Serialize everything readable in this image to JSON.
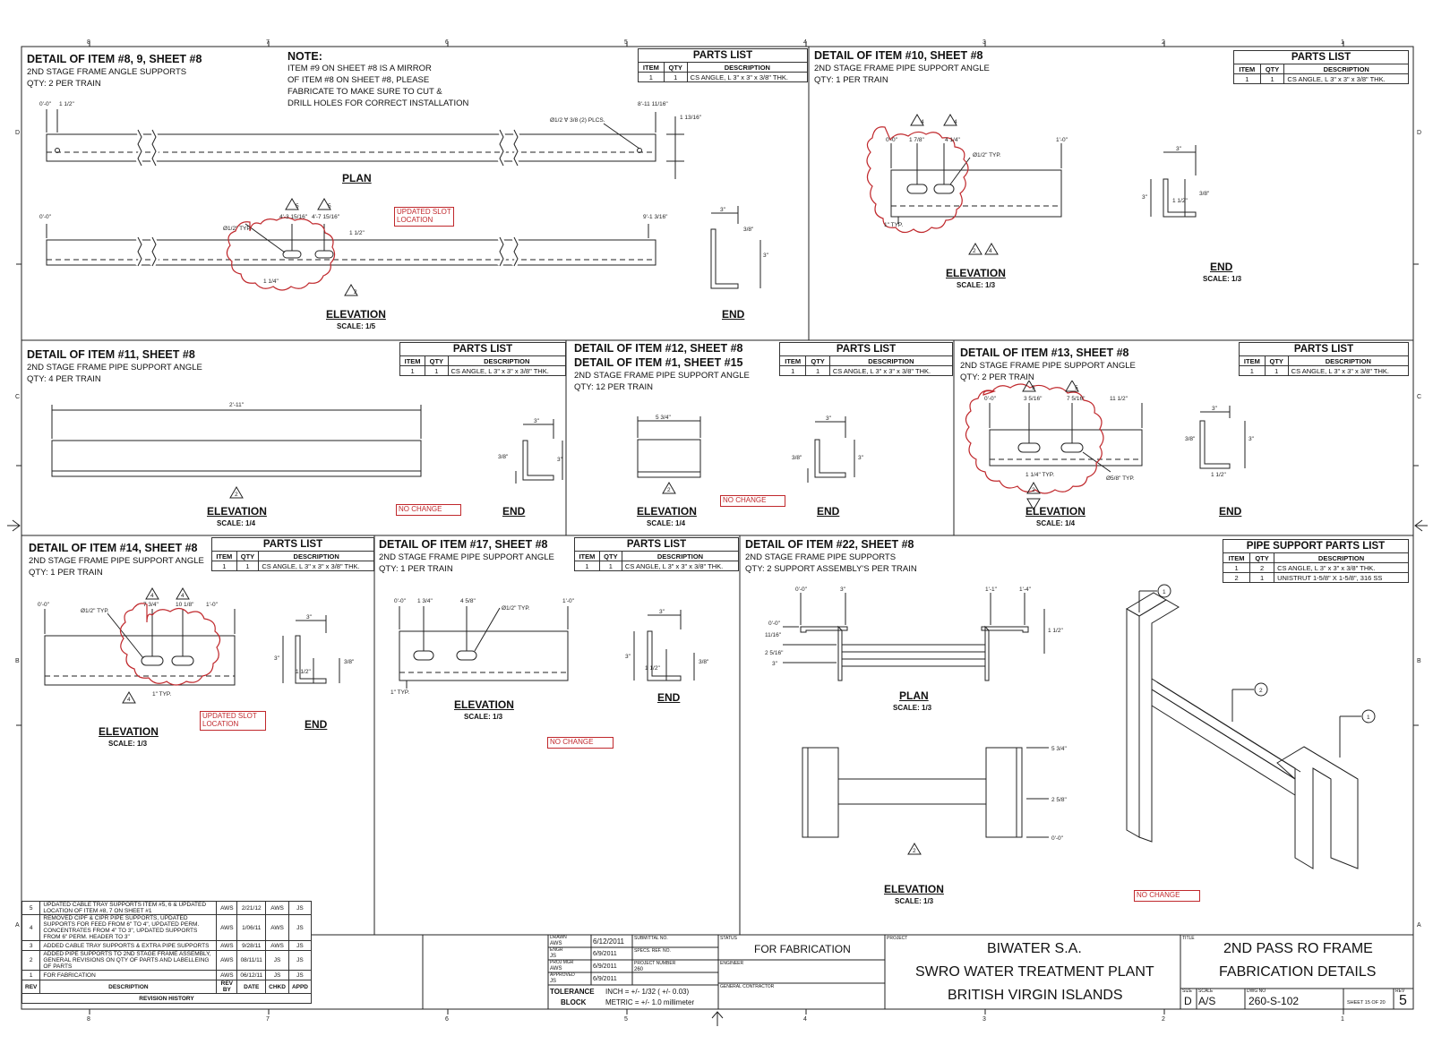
{
  "grid": {
    "cols": [
      "8",
      "7",
      "6",
      "5",
      "4",
      "3",
      "2",
      "1"
    ],
    "rows": [
      "D",
      "C",
      "B",
      "A"
    ]
  },
  "details": {
    "d8": {
      "title": "DETAIL OF ITEM #8, 9, SHEET #8",
      "sub": "2ND STAGE FRAME ANGLE SUPPORTS",
      "qty": "QTY: 2 PER TRAIN",
      "note_title": "NOTE:",
      "note": [
        "ITEM #9 ON SHEET #8 IS A MIRROR",
        "OF ITEM #8 ON SHEET #8, PLEASE",
        "FABRICATE TO MAKE SURE TO CUT &",
        "DRILL HOLES FOR CORRECT INSTALLATION"
      ],
      "plan": "PLAN",
      "elevation": "ELEVATION",
      "scale": "SCALE: 1/5",
      "end": "END",
      "red": [
        "UPDATED SLOT",
        "LOCATION"
      ],
      "dims": {
        "d0": "0'-0\"",
        "d1": "1 1/2\"",
        "d2": "8'-11 11/16\"",
        "d3": "1 13/16\"",
        "d4": "Ø1/2 ∀ 3/8 (2) PLCS.",
        "d5": "0'-0\"",
        "d6": "4'-3 15/16\"",
        "d7": "4'-7 15/16\"",
        "d8": "Ø1/2\" TYP.",
        "d9": "1 1/2\"",
        "d10": "1 1/4\"",
        "d11": "9'-1 3/16\"",
        "d12": "3\"",
        "d13": "3/8\"",
        "d14": "3\""
      },
      "revs": [
        "5",
        "5",
        "2"
      ]
    },
    "d10": {
      "title": "DETAIL OF ITEM #10, SHEET #8",
      "sub": "2ND STAGE FRAME PIPE SUPPORT ANGLE",
      "qty": "QTY: 1 PER TRAIN",
      "elevation": "ELEVATION",
      "scale": "SCALE: 1/3",
      "end": "END",
      "end_scale": "SCALE: 1/3",
      "dims": {
        "d0": "0'-0\"",
        "d1": "1 7/8\"",
        "d2": "4 1/4\"",
        "d3": "1'-0\"",
        "d4": "Ø1/2\" TYP.",
        "d5": "1\" TYP.",
        "d6": "3\"",
        "d7": "3\"",
        "d8": "1 1/2\"",
        "d9": "3/8\""
      },
      "revs": [
        "4",
        "4",
        "2",
        "4"
      ]
    },
    "d11": {
      "title": "DETAIL OF ITEM #11, SHEET #8",
      "sub": "2ND STAGE FRAME PIPE SUPPORT ANGLE",
      "qty": "QTY: 4 PER TRAIN",
      "elevation": "ELEVATION",
      "scale": "SCALE: 1/4",
      "end": "END",
      "red": "NO CHANGE",
      "dims": {
        "d0": "2'-11\"",
        "d1": "3\"",
        "d2": "3/8\"",
        "d3": "3\""
      },
      "revs": [
        "2"
      ]
    },
    "d12": {
      "title": "DETAIL OF ITEM #12, SHEET #8",
      "title2": "DETAIL OF ITEM #1, SHEET #15",
      "sub": "2ND STAGE FRAME PIPE SUPPORT ANGLE",
      "qty": "QTY: 12 PER TRAIN",
      "elevation": "ELEVATION",
      "scale": "SCALE: 1/4",
      "end": "END",
      "red": "NO CHANGE",
      "dims": {
        "d0": "5 3/4\"",
        "d1": "3\"",
        "d2": "3/8\"",
        "d3": "3\""
      },
      "revs": [
        "2"
      ]
    },
    "d13": {
      "title": "DETAIL OF ITEM #13, SHEET #8",
      "sub": "2ND STAGE FRAME PIPE SUPPORT ANGLE",
      "qty": "QTY: 2 PER TRAIN",
      "elevation": "ELEVATION",
      "scale": "SCALE: 1/4",
      "end": "END",
      "dims": {
        "d0": "0'-0\"",
        "d1": "3 5/16\"",
        "d2": "7 5/16\"",
        "d3": "11 1/2\"",
        "d4": "1 1/4\" TYP.",
        "d5": "Ø5/8\" TYP.",
        "d6": "3\"",
        "d7": "3/8\"",
        "d8": "3\"",
        "d9": "1 1/2\""
      },
      "revs": [
        "5",
        "5",
        "2"
      ]
    },
    "d14": {
      "title": "DETAIL OF ITEM #14, SHEET #8",
      "sub": "2ND STAGE FRAME PIPE SUPPORT ANGLE",
      "qty": "QTY: 1 PER TRAIN",
      "elevation": "ELEVATION",
      "scale": "SCALE: 1/3",
      "end": "END",
      "red": [
        "UPDATED SLOT",
        "LOCATION"
      ],
      "dims": {
        "d0": "0'-0\"",
        "d1": "7 3/4\"",
        "d2": "10 1/8\"",
        "d3": "1'-0\"",
        "d4": "Ø1/2\" TYP.",
        "d5": "1\" TYP.",
        "d6": "3\"",
        "d7": "3\"",
        "d8": "1 1/2\"",
        "d9": "3/8\""
      },
      "revs": [
        "4",
        "4",
        "4"
      ]
    },
    "d17": {
      "title": "DETAIL OF ITEM #17, SHEET #8",
      "sub": "2ND STAGE FRAME PIPE SUPPORT ANGLE",
      "qty": "QTY: 1 PER TRAIN",
      "elevation": "ELEVATION",
      "scale": "SCALE: 1/3",
      "end": "END",
      "red": "NO CHANGE",
      "dims": {
        "d0": "0'-0\"",
        "d1": "1 3/4\"",
        "d2": "4 5/8\"",
        "d3": "Ø1/2\" TYP.",
        "d4": "1'-0\"",
        "d5": "1\" TYP.",
        "d6": "3\"",
        "d7": "3\"",
        "d8": "1 1/2\"",
        "d9": "3/8\""
      }
    },
    "d22": {
      "title": "DETAIL OF ITEM #22, SHEET #8",
      "sub": "2ND STAGE FRAME PIPE SUPPORTS",
      "qty": "QTY: 2 SUPPORT ASSEMBLY'S PER TRAIN",
      "plan": "PLAN",
      "plan_scale": "SCALE: 1/3",
      "elevation": "ELEVATION",
      "scale": "SCALE: 1/3",
      "red": "NO CHANGE",
      "dims": {
        "d0": "0'-0\"",
        "d1": "3\"",
        "d2": "1'-1\"",
        "d3": "1'-4\"",
        "d4": "0'-0\"",
        "d5": "11/16\"",
        "d6": "2 5/16\"",
        "d7": "3\"",
        "d8": "1 1/2\"",
        "d9": "5 3/4\"",
        "d10": "2 5/8\"",
        "d11": "0'-0\""
      },
      "balloons": [
        "1",
        "2",
        "1"
      ],
      "revs": [
        "2"
      ]
    }
  },
  "parts_lists": {
    "title": "PARTS LIST",
    "headers": [
      "ITEM",
      "QTY",
      "DESCRIPTION"
    ],
    "row": [
      "1",
      "1",
      "CS ANGLE,  L 3\" x 3\" x 3/8\" THK."
    ],
    "pipe_title": "PIPE SUPPORT PARTS LIST",
    "pipe_rows": [
      [
        "1",
        "2",
        "CS ANGLE,  L 3\" x 3\" x 3/8\" THK."
      ],
      [
        "2",
        "1",
        "UNISTRUT 1-5/8\" X 1-5/8\", 316 SS"
      ]
    ]
  },
  "revision_history": {
    "title": "REVISION HISTORY",
    "headers": [
      "REV",
      "DESCRIPTION",
      "REV BY",
      "DATE",
      "CHKD",
      "APPD"
    ],
    "rows": [
      [
        "5",
        "UPDATED CABLE TRAY SUPPORTS ITEM #5, 6 & UPDATED LOCATION OF ITEM #8, 7 ON SHEET #1",
        "AWS",
        "2/21/12",
        "AWS",
        "JS"
      ],
      [
        "4",
        "REMOVED CIPF & CIPR PIPE SUPPORTS, UPDATED SUPPORTS FOR FEED FROM 6\" TO 4\", UPDATED PERM. CONCENTRATES FROM 4\" TO 3\", UPDATED SUPPORTS FROM 6\" PERM. HEADER TO 3\"",
        "AWS",
        "1/06/11",
        "AWS",
        "JS"
      ],
      [
        "3",
        "ADDED CABLE TRAY SUPPORTS & EXTRA PIPE SUPPORTS",
        "AWS",
        "9/28/11",
        "AWS",
        "JS"
      ],
      [
        "2",
        "ADDED PIPE SUPPORTS TO 2ND STAGE FRAME ASSEMBLY, GENERAL REVISIONS ON QTY OF PARTS AND LABELLEING OF PARTS",
        "AWS",
        "08/11/11",
        "JS",
        "JS"
      ],
      [
        "1",
        "FOR FABRICATION",
        "AWS",
        "06/12/11",
        "JS",
        "JS"
      ]
    ]
  },
  "title_block": {
    "drawn_l": "DRAWN",
    "drawn": "AWS",
    "drawn_date": "6/12/2011",
    "engr_l": "ENGR",
    "engr": "JS",
    "engr_date": "6/9/2011",
    "proj_l": "PROJ MGR",
    "proj": "AWS",
    "proj_date": "6/9/2011",
    "appr_l": "APPROVED",
    "appr": "JS",
    "appr_date": "6/9/2011",
    "submittal_l": "SUBMITTAL NO.",
    "specs_l": "SPECS. REF. NO.",
    "projnum_l": "PROJECT NUMBER",
    "projnum": "260",
    "tol_l1": "TOLERANCE",
    "tol_l2": "BLOCK",
    "tol1": "INCH = +/- 1/32 ( +/- 0.03)",
    "tol2": "METRIC = +/- 1.0 millimeter",
    "status_l": "STATUS",
    "status": "FOR FABRICATION",
    "engineer_l": "ENGINEER",
    "gc_l": "GENERAL CONTRACTOR",
    "project_l": "PROJECT",
    "project1": "BIWATER S.A.",
    "project2": "SWRO WATER TREATMENT PLANT",
    "project3": "BRITISH VIRGIN ISLANDS",
    "title_l": "TITLE",
    "title1": "2ND PASS RO FRAME",
    "title2": "FABRICATION DETAILS",
    "size_l": "SIZE",
    "size": "D",
    "scale_l": "SCALE",
    "scale": "A/S",
    "dwg_l": "DWG NO",
    "dwg": "260-S-102",
    "sheet": "SHEET 15  OF 20",
    "rev_l": "REV",
    "rev": "5"
  },
  "colors": {
    "ink": "#111111",
    "cloud": "#c0282c",
    "line": "#333333"
  }
}
